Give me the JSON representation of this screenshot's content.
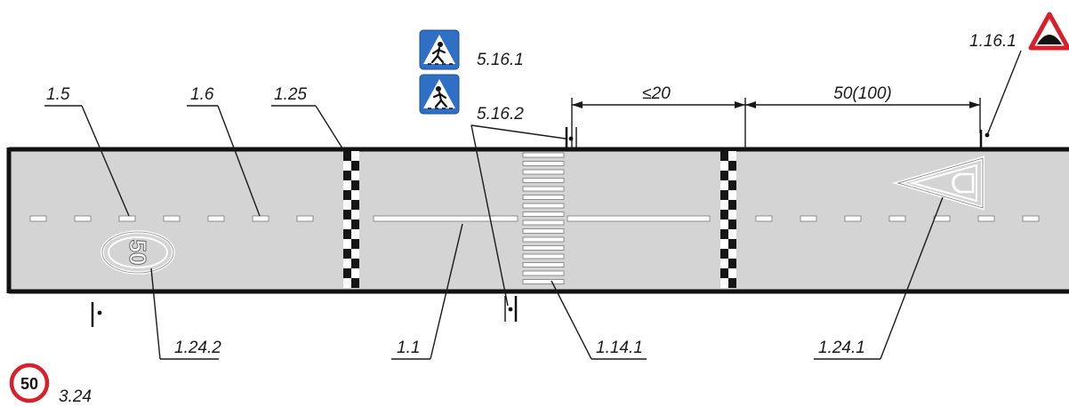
{
  "labels": {
    "m_1_5": "1.5",
    "m_1_6": "1.6",
    "m_1_25": "1.25",
    "m_1_1": "1.1",
    "m_1_14_1": "1.14.1",
    "m_1_24_1": "1.24.1",
    "m_1_24_2": "1.24.2",
    "s_5_16_1": "5.16.1",
    "s_5_16_2": "5.16.2",
    "s_1_16_1": "1.16.1",
    "s_3_24": "3.24"
  },
  "dimensions": {
    "d_le20": "≤20",
    "d_50_100": "50(100)"
  },
  "speed_sign": {
    "value": "50"
  },
  "road_marking_speed": {
    "value": "50"
  },
  "colors": {
    "road": "#d4d4d4",
    "edge": "#111111",
    "marking": "#ffffff",
    "sign_blue": "#2f6fc4",
    "sign_red": "#d8202a"
  }
}
